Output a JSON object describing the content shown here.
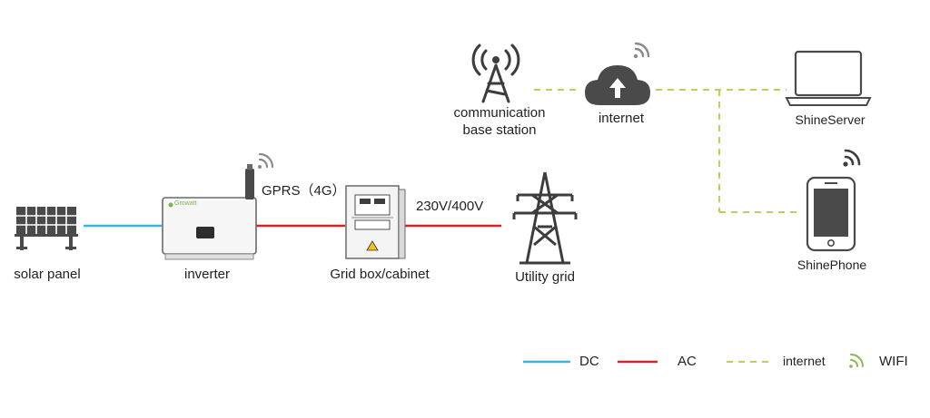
{
  "nodes": {
    "solar_panel": "solar panel",
    "inverter": "inverter",
    "gprs": "GPRS（4G）",
    "grid_box": "Grid box/cabinet",
    "voltage": "230V/400V",
    "utility_grid": "Utility grid",
    "base_station_line1": "communication",
    "base_station_line2": "base station",
    "internet": "internet",
    "shine_server": "ShineServer",
    "shine_phone": "ShinePhone",
    "inverter_brand": "Growatt"
  },
  "legend": {
    "dc": "DC",
    "ac": "AC",
    "internet": "internet",
    "wifi": "WIFI"
  },
  "colors": {
    "dc": "#3ab4d8",
    "ac": "#d0262a",
    "internet": "#b7d15a",
    "icon": "#3d3d3d",
    "wifi": "#8a8a8a"
  }
}
